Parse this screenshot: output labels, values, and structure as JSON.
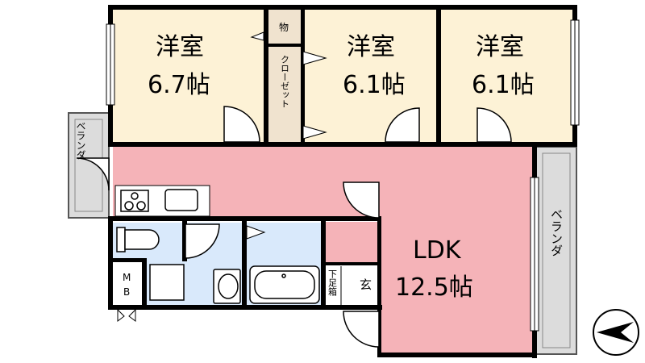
{
  "colors": {
    "bedroom_fill": "#fdf2d6",
    "ldk_fill": "#f5b3b8",
    "wet_fill": "#d9e9fb",
    "veranda_fill": "#dcdcdc",
    "closet_fill": "#f0e3cf",
    "wall": "#000000"
  },
  "rooms": {
    "room1": {
      "label": "洋室",
      "size": "6.7帖"
    },
    "room2": {
      "label": "洋室",
      "size": "6.1帖"
    },
    "room3": {
      "label": "洋室",
      "size": "6.1帖"
    },
    "ldk": {
      "label": "LDK",
      "size": "12.5帖"
    }
  },
  "storage": {
    "mono": "物",
    "closet": "クローゼット",
    "shoe": "下足箱"
  },
  "genkan": "玄",
  "veranda": {
    "left": "ベランダ",
    "right": "ベランダ"
  },
  "mb": {
    "line1": "M",
    "line2": "B"
  },
  "icons": [
    "stove-icon",
    "sink-icon",
    "toilet-icon",
    "washing-machine-icon",
    "washbasin-icon",
    "bathtub-icon",
    "compass-icon"
  ]
}
